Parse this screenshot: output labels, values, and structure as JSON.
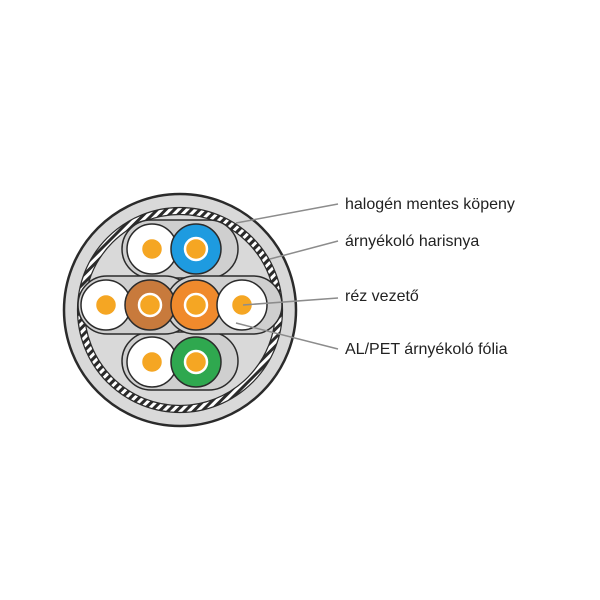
{
  "labels": {
    "jacket": "halogén mentes köpeny",
    "braid": "árnyékoló harisnya",
    "conductor": "réz vezető",
    "foil": "AL/PET árnyékoló fólia"
  },
  "colors": {
    "jacket": "#d9d9d9",
    "outline": "#2b2b2b",
    "conductor": "#f5a623",
    "blue": "#1e9be0",
    "brown": "#c87a3c",
    "orange": "#f08a2c",
    "green": "#2fa84f",
    "white": "#ffffff",
    "leader": "#8c8c8c"
  }
}
